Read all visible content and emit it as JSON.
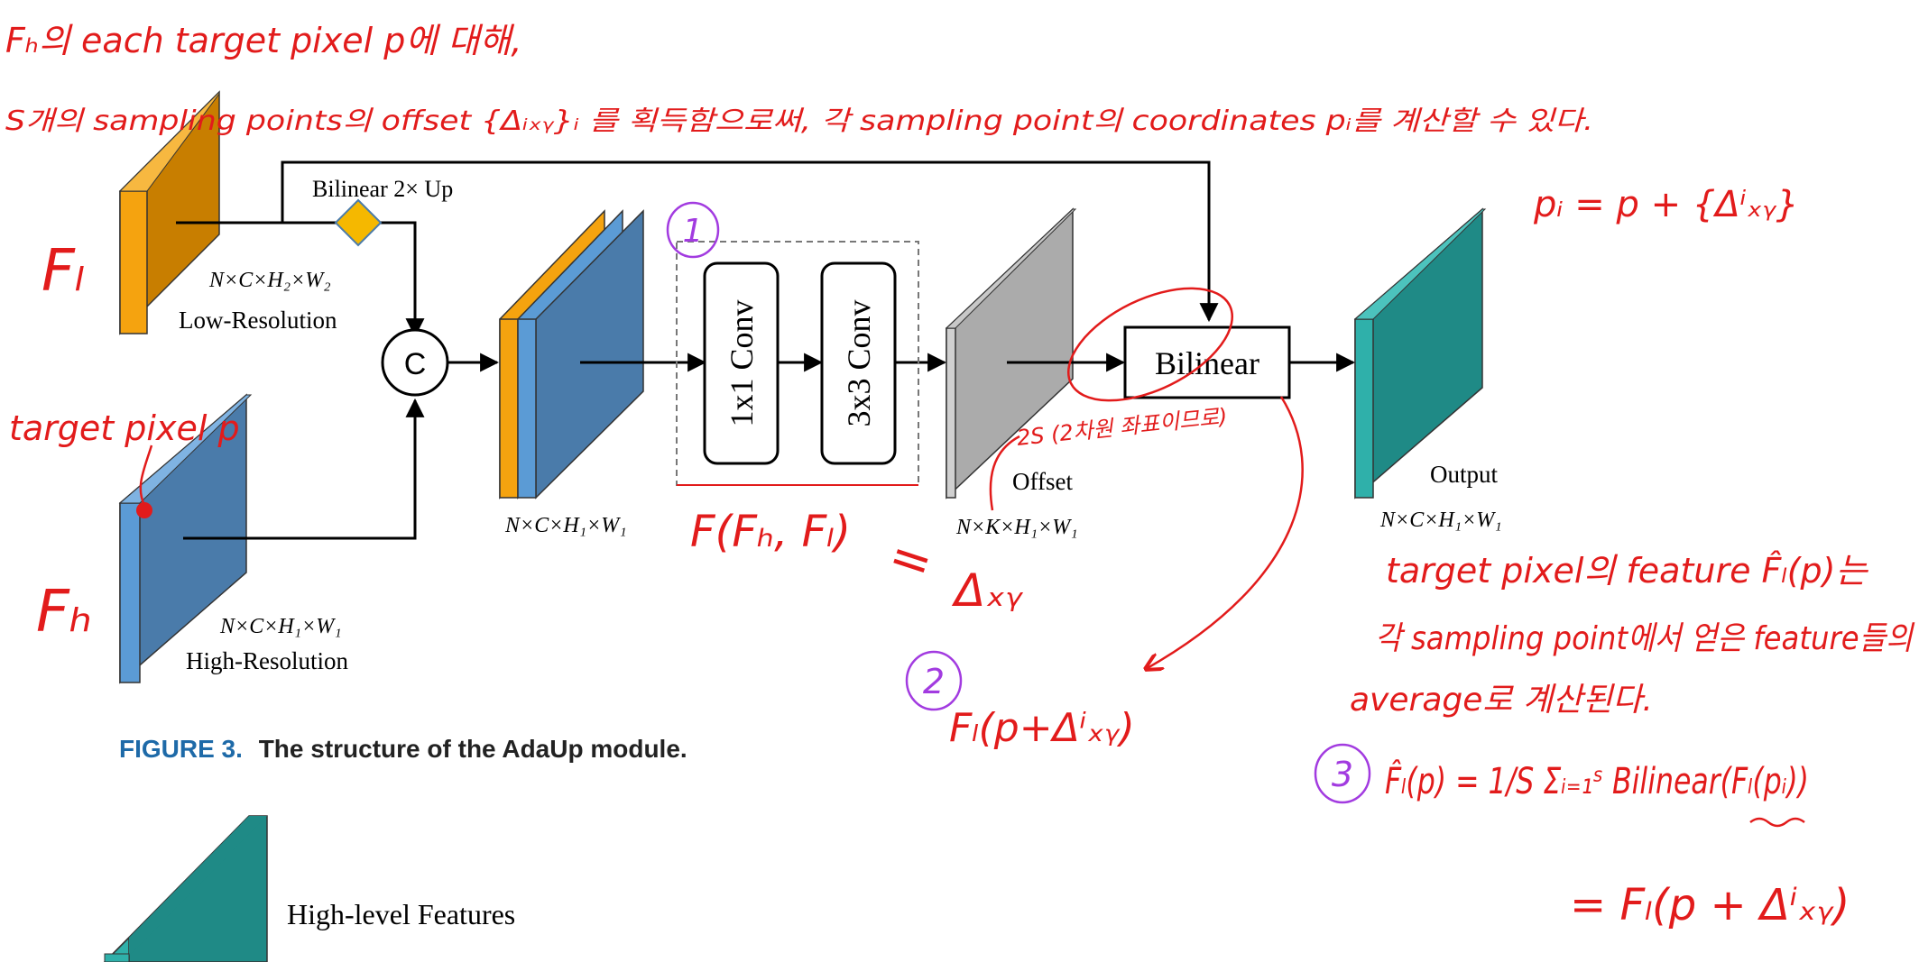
{
  "diagram": {
    "labels": {
      "bilinear_up": "Bilinear 2× Up",
      "low_dims": "N×C×H₂×W₂",
      "low_res": "Low-Resolution",
      "concat": "C",
      "high_dims": "N×C×H₁×W₁",
      "high_res": "High-Resolution",
      "mid_dims": "N×C×H₁×W₁",
      "conv1": "1x1 Conv",
      "conv3": "3x3 Conv",
      "offset": "Offset",
      "offset_dims": "N×K×H₁×W₁",
      "bilinear": "Bilinear",
      "output": "Output",
      "output_dims": "N×C×H₁×W₁"
    },
    "caption": {
      "number": "FIGURE 3.",
      "text": "The structure of the AdaUp module."
    },
    "legend": {
      "high_level": "High-level Features"
    },
    "colors": {
      "orange": "#F5A30F",
      "orange_dark": "#C87E00",
      "blue_light": "#5B9BD5",
      "blue": "#4A7BAA",
      "teal": "#1F8A86",
      "teal_light": "#2FB0AA",
      "gray": "#B0B0B0",
      "diamond": "#F5B800",
      "annot_red": "#E21B1B",
      "annot_purple": "#A23BE0",
      "caption_blue": "#1E6AA8"
    }
  },
  "annotations": {
    "line1": "Fₕ의 each target pixel p에 대해,",
    "line2": "S개의 sampling points의 offset {Δᵢₓᵧ}ᵢ 를 획득함으로써, 각 sampling point의 coordinates pᵢ를 계산할 수 있다.",
    "formula_pi": "pᵢ = p + {Δⁱₓᵧ}",
    "fl": "Fₗ",
    "fh": "Fₕ",
    "target_pixel": "target pixel p",
    "circle1": "1",
    "func": "F(Fₕ, Fₗ)",
    "equals": "=",
    "delta_xy": "Δₓᵧ",
    "twos": "2S (2차원 좌표이므로)",
    "circle2": "2",
    "fl_shift": "Fₗ(p+Δⁱₓᵧ)",
    "target_feature": "target pixel의 feature F̂ₗ(p)는",
    "sampling_avg": "각 sampling point에서 얻은 feature들의",
    "average": "average로 계산된다.",
    "circle3": "3",
    "formula_main": "F̂ₗ(p) = 1/S Σᵢ₌₁ˢ Bilinear(Fₗ(pᵢ))",
    "formula_eq": "= Fₗ(p + Δⁱₓᵧ)"
  }
}
